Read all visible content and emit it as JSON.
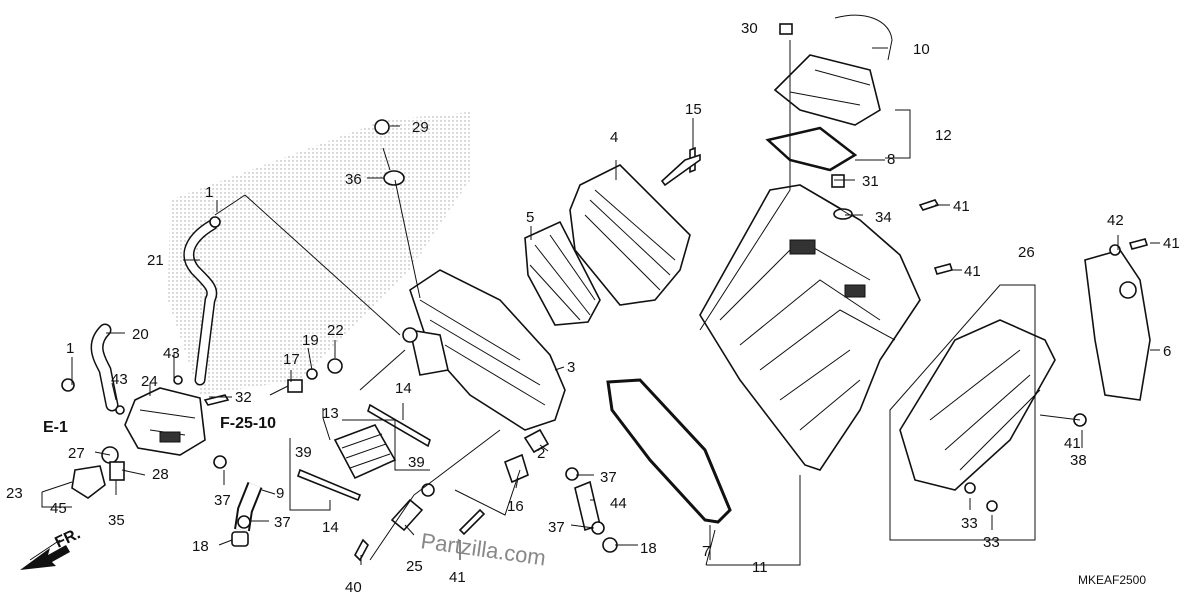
{
  "callouts": [
    "1",
    "2",
    "3",
    "4",
    "5",
    "6",
    "7",
    "8",
    "9",
    "10",
    "11",
    "12",
    "13",
    "14",
    "14",
    "15",
    "16",
    "17",
    "18",
    "18",
    "19",
    "20",
    "21",
    "22",
    "23",
    "24",
    "25",
    "26",
    "27",
    "28",
    "29",
    "30",
    "31",
    "32",
    "33",
    "33",
    "34",
    "35",
    "36",
    "37",
    "37",
    "37",
    "37",
    "38",
    "39",
    "39",
    "40",
    "41",
    "41",
    "41",
    "41",
    "41",
    "42",
    "43",
    "43",
    "44",
    "45"
  ],
  "label_1_top": "1",
  "label_1_left": "1",
  "refs": {
    "e1": "E-1",
    "f2510": "F-25-10",
    "front": "FR."
  },
  "watermark": "Partzilla.com",
  "diagram_code": "MKEAF2500"
}
